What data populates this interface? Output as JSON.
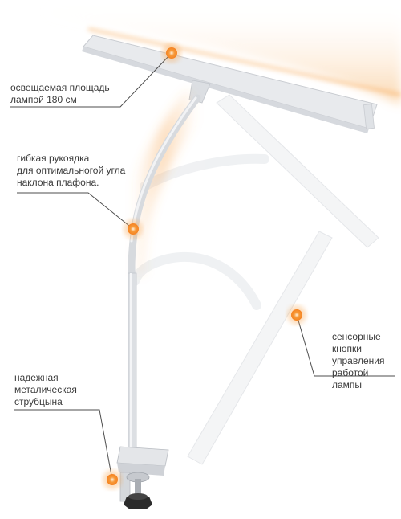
{
  "colors": {
    "glow": "#f7a24a",
    "marker": "#f58220",
    "marker_core": "#ffd9a8",
    "leader": "#4d4d4d",
    "lamp_body": "#e6e8eb",
    "lamp_edge": "#c9ccd1",
    "ghost": "#f2f3f5",
    "text": "#3a3a3a"
  },
  "callouts": [
    {
      "id": "illuminated-area",
      "text": "освещаемая площадь\nлампой 180 см"
    },
    {
      "id": "flexible-neck",
      "text": "гибкая рукоядка\nдля оптимальногой угла\nнаклона плафона."
    },
    {
      "id": "touch-buttons",
      "text": "сенсорные\nкнопки\nуправления\nработой лампы"
    },
    {
      "id": "metal-clamp",
      "text": "надежная\nметалическая\nструбцына"
    }
  ],
  "icons": {
    "marker": "glowing-dot-icon",
    "knob": "clamp-knob-icon"
  }
}
